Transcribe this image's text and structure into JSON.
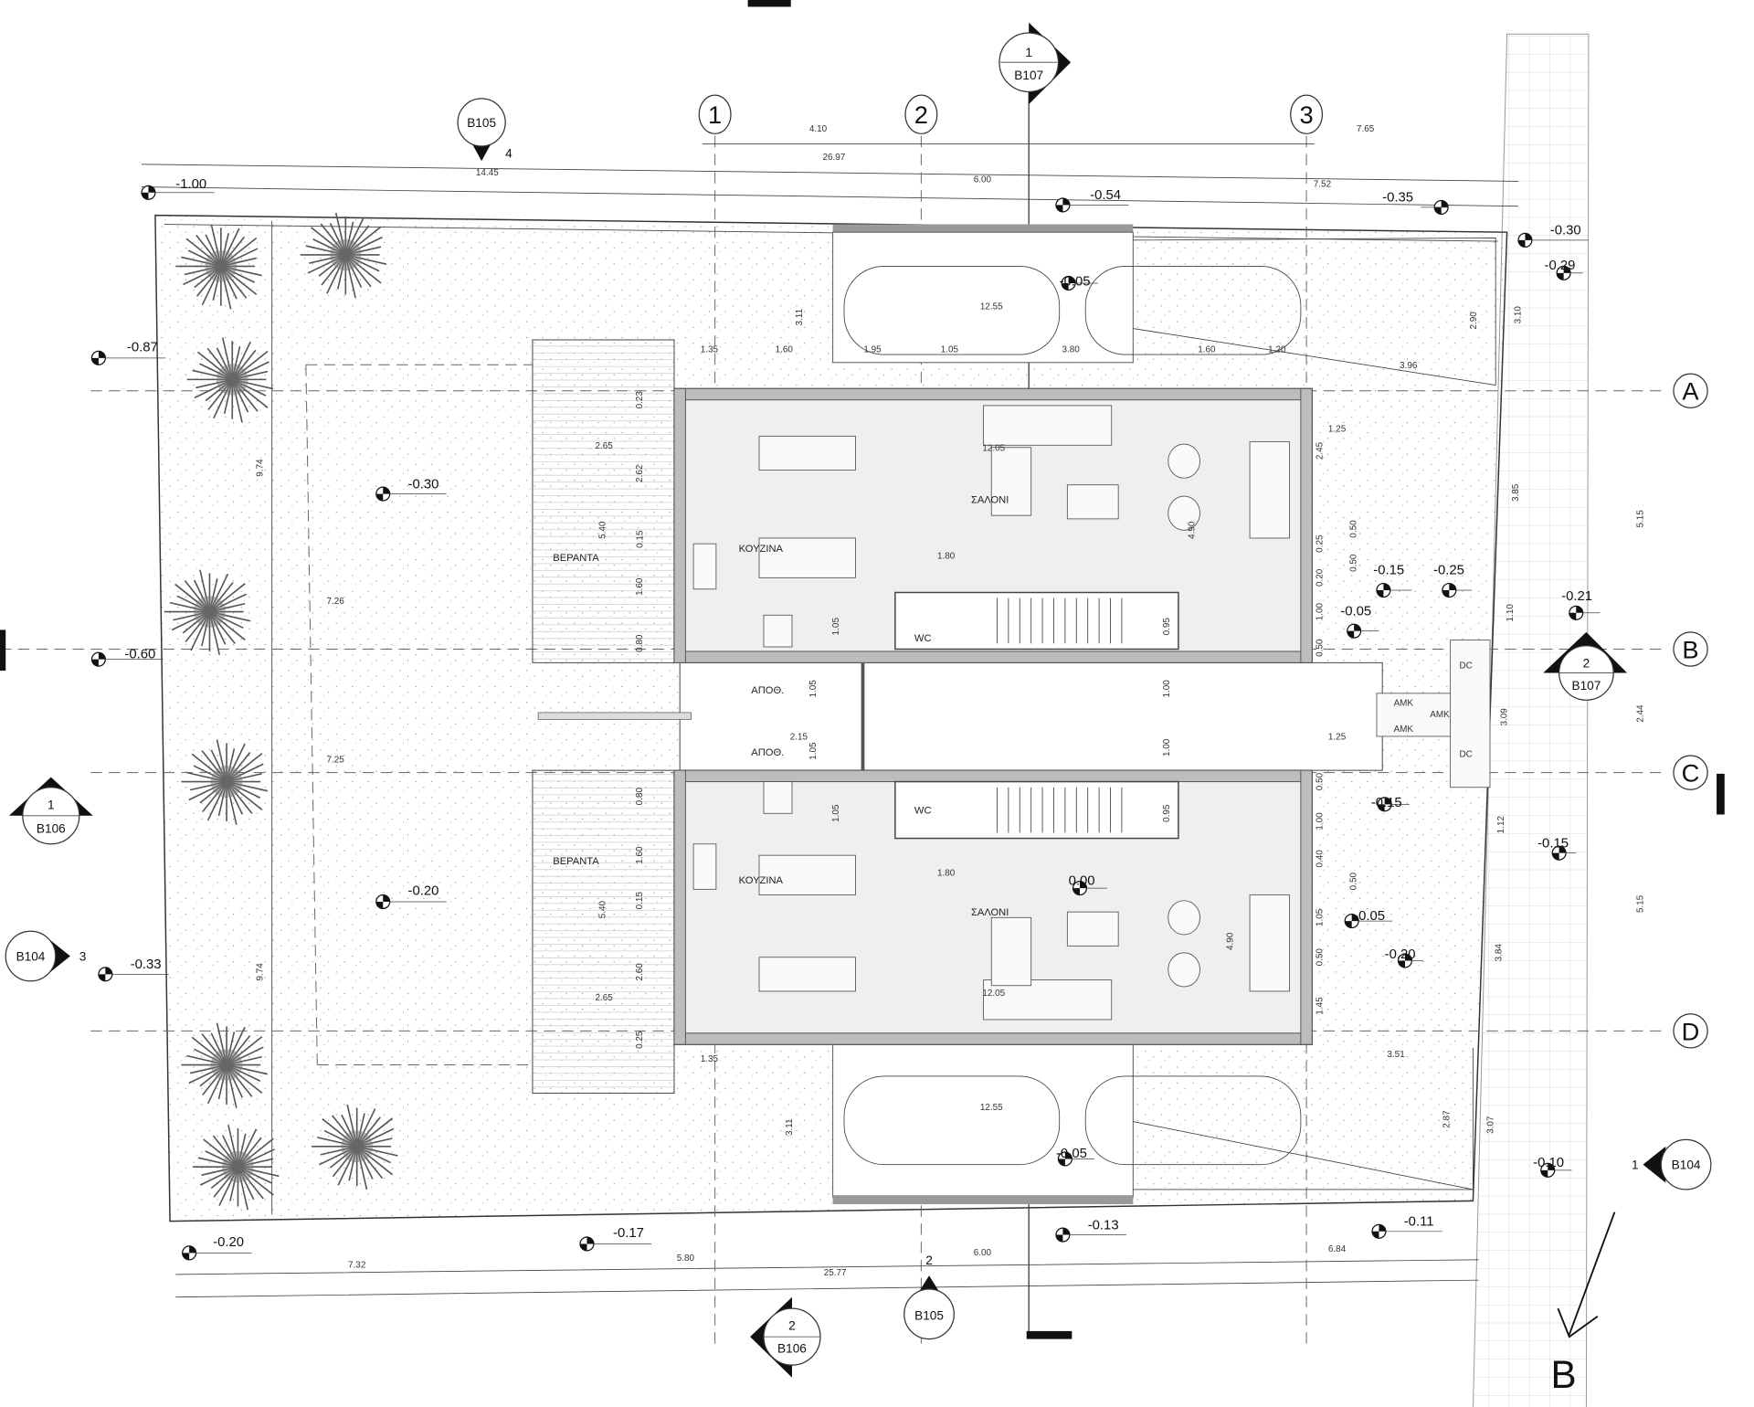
{
  "grid": {
    "columns": [
      "1",
      "2",
      "3"
    ],
    "rows": [
      "A",
      "B",
      "C",
      "D"
    ]
  },
  "sections": {
    "top_b105": {
      "sheet": "B105",
      "num": "4"
    },
    "top_b107": {
      "num": "1",
      "sheet": "B107"
    },
    "right_b107": {
      "num": "2",
      "sheet": "B107"
    },
    "left_b106": {
      "num": "1",
      "sheet": "B106"
    },
    "left_b104": {
      "sheet": "B104",
      "num": "3"
    },
    "right_b104": {
      "num": "1",
      "sheet": "B104"
    },
    "bottom_b106": {
      "num": "2",
      "sheet": "B106"
    },
    "bottom_b105": {
      "num": "2",
      "sheet": "B105"
    }
  },
  "north": {
    "label": "B"
  },
  "rooms": {
    "kitchen": "ΚΟΥΖΙΝΑ",
    "living": "ΣΑΛΟΝΙ",
    "veranda": "ΒΕΡΑΝΤΑ",
    "storage": "ΑΠΟΘ.",
    "wc": "WC"
  },
  "levels": [
    "-1.00",
    "-0.54",
    "-0.35",
    "-0.30",
    "-0.29",
    "-0.87",
    "-0.30",
    "-0.60",
    "-0.05",
    "-0.15",
    "-0.25",
    "-0.21",
    "-0.05",
    "-0.15",
    "-0.15",
    "-0.20",
    "-0.33",
    "0.00",
    "-0.05",
    "-0.20",
    "-0.05",
    "-0.10",
    "-0.20",
    "-0.17",
    "-0.13",
    "-0.11"
  ],
  "dimensions": [
    "4.10",
    "26.97",
    "14.45",
    "6.00",
    "7.52",
    "7.65",
    "12.55",
    "12.55",
    "3.11",
    "1.35",
    "1.60",
    "1.95",
    "1.05",
    "3.80",
    "1.60",
    "1.20",
    "3.96",
    "2.90",
    "3.10",
    "12.05",
    "12.05",
    "2.65",
    "2.65",
    "9.74",
    "9.74",
    "7.26",
    "7.25",
    "5.40",
    "5.40",
    "1.80",
    "1.80",
    "1.25",
    "1.25",
    "2.45",
    "4.90",
    "4.90",
    "3.85",
    "5.15",
    "5.15",
    "2.44",
    "3.09",
    "1.10",
    "1.12",
    "3.84",
    "3.51",
    "2.87",
    "3.07",
    "3.11",
    "1.05",
    "1.05",
    "2.15",
    "1.00",
    "1.00",
    "0.95",
    "0.95",
    "1.05",
    "1.05",
    "0.23",
    "2.62",
    "0.15",
    "1.60",
    "0.80",
    "0.80",
    "1.60",
    "0.15",
    "2.60",
    "0.25",
    "1.35",
    "0.50",
    "0.25",
    "0.50",
    "0.20",
    "1.00",
    "0.50",
    "0.50",
    "1.00",
    "0.40",
    "0.50",
    "1.05",
    "0.50",
    "1.45",
    "7.32",
    "5.80",
    "6.00",
    "6.84",
    "25.77"
  ],
  "signage": [
    "ΑΜΚ",
    "ΑΜΚ",
    "ΑΜΚ",
    "DC",
    "DC"
  ]
}
